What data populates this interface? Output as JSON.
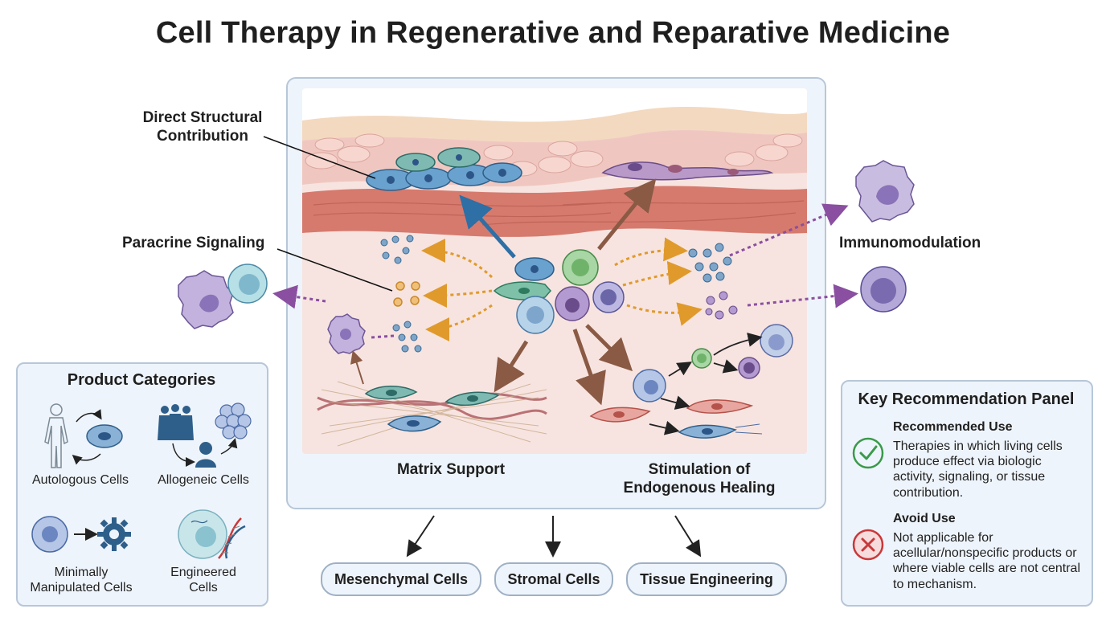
{
  "title": "Cell Therapy in Regenerative and Reparative Medicine",
  "mechanisms": {
    "direct_structural": "Direct Structural\nContribution",
    "paracrine": "Paracrine Signaling",
    "immunomodulation": "Immunomodulation",
    "matrix_support": "Matrix Support",
    "endogenous_healing": "Stimulation of\nEndogenous Healing"
  },
  "product_categories": {
    "title": "Product Categories",
    "items": [
      {
        "label": "Autologous Cells",
        "icon": "autologous-icon"
      },
      {
        "label": "Allogeneic Cells",
        "icon": "allogeneic-icon"
      },
      {
        "label": "Minimally\nManipulated Cells",
        "icon": "minimally-manipulated-icon"
      },
      {
        "label": "Engineered\nCells",
        "icon": "engineered-cell-icon"
      }
    ]
  },
  "applications": [
    "Mesenchymal Cells",
    "Stromal Cells",
    "Tissue Engineering"
  ],
  "recommendation_panel": {
    "title": "Key Recommendation Panel",
    "recommended_heading": "Recommended Use",
    "recommended_text": "Therapies in which living cells produce effect via biologic activity, signaling, or tissue contribution.",
    "avoid_heading": "Avoid Use",
    "avoid_text": "Not applicable for acellular/nonspecific products or where viable cells are not central to mechanism.",
    "recommended_icon": "check-circle-icon",
    "avoid_icon": "x-circle-icon",
    "colors": {
      "recommended": "#3a9a4a",
      "avoid": "#c9383a"
    }
  }
}
